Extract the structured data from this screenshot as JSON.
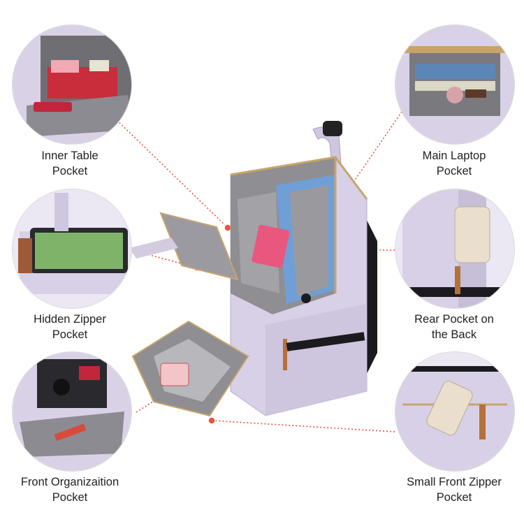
{
  "image": {
    "subject": "lavender-backpack",
    "accent_color": "#e9553f",
    "bag_color": "#d8d0e6",
    "lining_color": "#8f8e93",
    "trim_color": "#c8a46b"
  },
  "features": [
    {
      "line1": "Inner Table",
      "line2": "Pocket"
    },
    {
      "line1": "Main Laptop",
      "line2": "Pocket"
    },
    {
      "line1": "Hidden Zipper",
      "line2": "Pocket"
    },
    {
      "line1": "Rear Pocket on",
      "line2": "the Back"
    },
    {
      "line1": "Front Organizaition",
      "line2": "Pocket"
    },
    {
      "line1": "Small Front Zipper",
      "line2": "Pocket"
    }
  ]
}
